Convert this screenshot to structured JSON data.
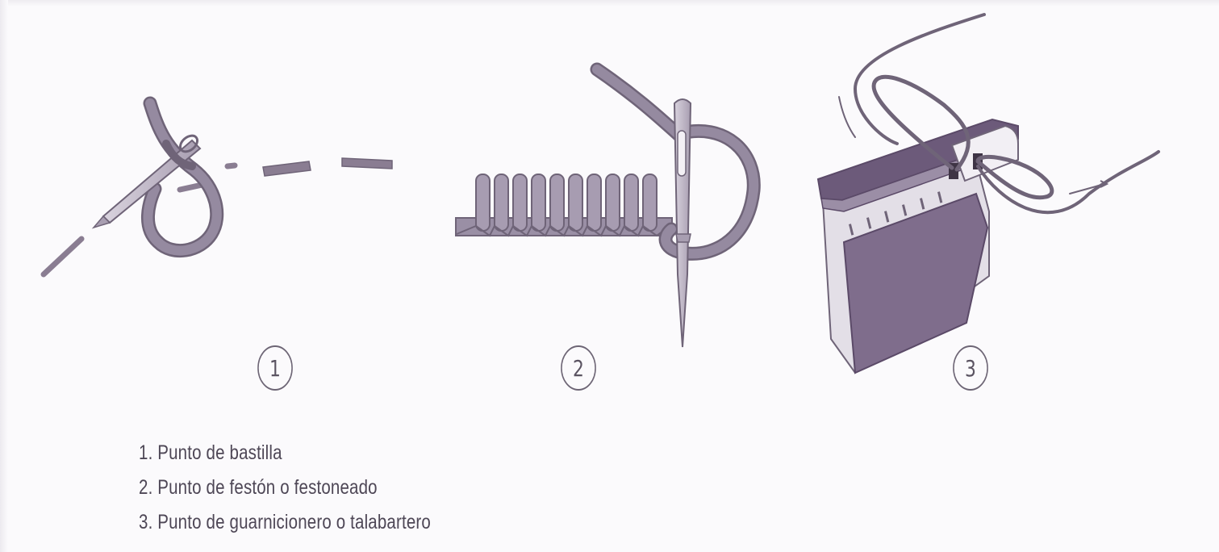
{
  "figure": {
    "colors": {
      "fabric": "#8a7b95",
      "fabric_dark": "#6c5a7a",
      "fabric_light": "#e6e2ea",
      "needle": "#bdb3c4",
      "outline": "#5b5462"
    },
    "steps": [
      {
        "number": "1",
        "stitch": "Punto de bastilla"
      },
      {
        "number": "2",
        "stitch": "Punto de festón o festoneado"
      },
      {
        "number": "3",
        "stitch": "Punto de guarnicionero o talabartero"
      }
    ]
  },
  "legend": [
    "1. Punto de bastilla",
    "2. Punto de festón o festoneado",
    "3. Punto de guarnicionero o talabartero"
  ]
}
